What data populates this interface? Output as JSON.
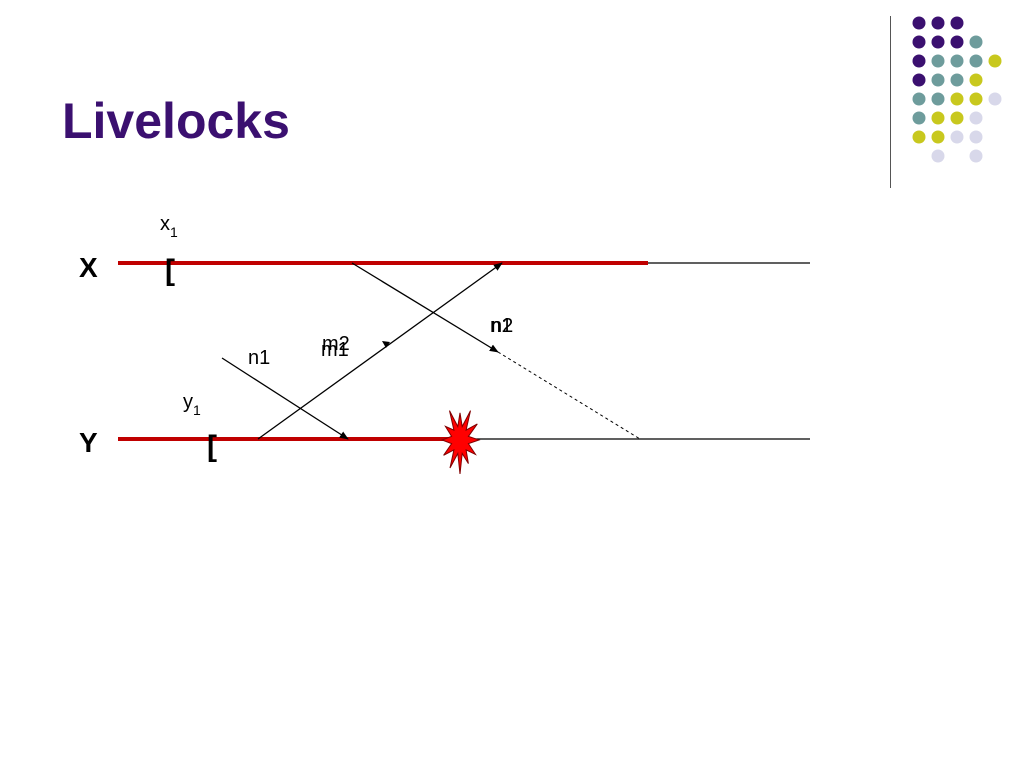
{
  "slide": {
    "title": "Livelocks"
  },
  "diagram": {
    "process_x_label": "X",
    "process_y_label": "Y",
    "checkpoint_x": {
      "base": "x",
      "sub": "1"
    },
    "checkpoint_y": {
      "base": "y",
      "sub": "1"
    },
    "bracket": "[",
    "messages": {
      "n1": "n1",
      "m1": "m1",
      "m2": "m2",
      "n1_overlap": "n1",
      "n2": "n2"
    },
    "colors": {
      "title": "#3b1070",
      "timeline_active": "#c00000",
      "timeline": "#000000",
      "explosion_fill": "#ff0000",
      "explosion_stroke": "#800000"
    }
  },
  "decoration": {
    "dot_colors": {
      "purple": "#3b1070",
      "teal": "#6e9c9c",
      "yellow": "#c8c81e",
      "lavender": "#d8d8ea"
    }
  }
}
